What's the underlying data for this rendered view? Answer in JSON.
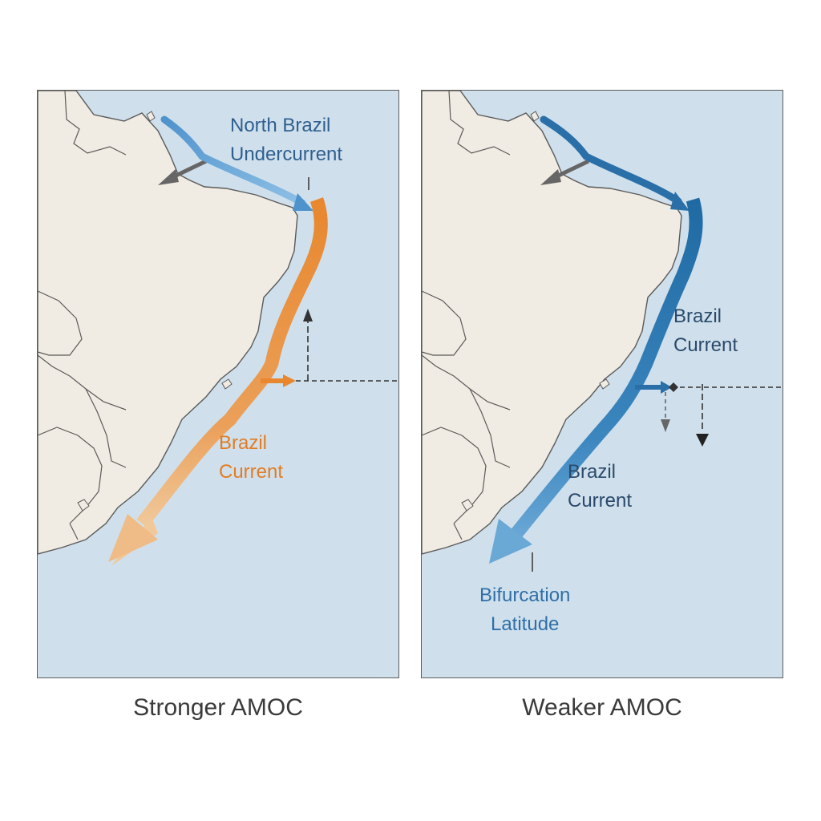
{
  "colors": {
    "ocean": "#cfe0ec",
    "land": "#f1ece3",
    "coast": "#5a5a5a",
    "undercurrent_light": "#6aa8d8",
    "current_orange": "#e8872e",
    "current_blue": "#2a6fa8",
    "label_blue": "#2f5f8f",
    "label_navy": "#2b4a6b",
    "label_orange": "#e37c22",
    "marker": "#333333"
  },
  "panels": [
    {
      "caption": "Stronger AMOC",
      "labels": {
        "north_brazil_undercurrent": [
          "North Brazil",
          "Undercurrent"
        ],
        "brazil_current": [
          "Brazil",
          "Current"
        ]
      },
      "icons": [
        "undercurrent-arrow-icon",
        "brazil-current-orange-arrow-icon",
        "bifurcation-northward-arrow-icon"
      ]
    },
    {
      "caption": "Weaker AMOC",
      "labels": {
        "brazil_current_upper": [
          "Brazil",
          "Current"
        ],
        "brazil_current_lower": [
          "Brazil",
          "Current"
        ],
        "bifurcation_latitude": [
          "Bifurcation",
          "Latitude"
        ]
      },
      "icons": [
        "undercurrent-arrow-icon",
        "brazil-current-blue-arrow-icon",
        "bifurcation-southward-arrow-icon"
      ]
    }
  ]
}
